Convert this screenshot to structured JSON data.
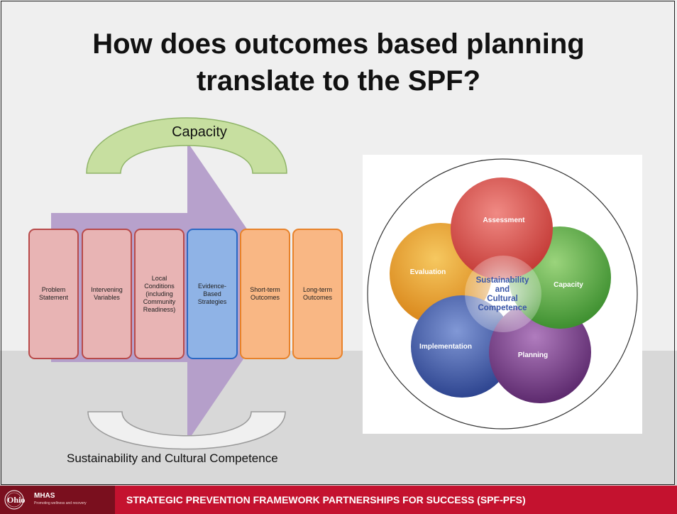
{
  "slide": {
    "title_lines": [
      "How does outcomes based planning",
      "translate to the SPF?"
    ]
  },
  "left_diagram": {
    "capacity_label": "Capacity",
    "sustainability_label": "Sustainability and Cultural Competence",
    "blocks": [
      {
        "label": "Problem Statement",
        "color": "red"
      },
      {
        "label": "Intervening Variables",
        "color": "red"
      },
      {
        "label": "Local Conditions (including Community Readiness)",
        "color": "red"
      },
      {
        "label": "Evidence-Based Strategies",
        "color": "blue"
      },
      {
        "label": "Short-term Outcomes",
        "color": "orange"
      },
      {
        "label": "Long-term Outcomes",
        "color": "orange"
      }
    ],
    "colors": {
      "arrow": "#b39cc9",
      "capacity_arc": "#c7dfa0",
      "sustainability_arc": "#f0f0f0",
      "red_fill": "#e8b4b4",
      "blue_fill": "#8fb3e6",
      "orange_fill": "#f9b784"
    }
  },
  "spf_wheel": {
    "steps": [
      {
        "label": "Assessment",
        "color": "#d9534f"
      },
      {
        "label": "Capacity",
        "color": "#5aae3e"
      },
      {
        "label": "Planning",
        "color": "#7d3c8c"
      },
      {
        "label": "Implementation",
        "color": "#4560a8"
      },
      {
        "label": "Evaluation",
        "color": "#e8a020"
      }
    ],
    "center_lines": [
      "Sustainability",
      "and",
      "Cultural",
      "Competence"
    ],
    "center_color": "#3a56a8"
  },
  "footer": {
    "text": "STRATEGIC PREVENTION FRAMEWORK PARTNERSHIPS FOR SUCCESS (SPF-PFS)",
    "logo_ohio": "Ohio",
    "logo_mhas": "MHAS",
    "logo_tagline": "Promoting wellness and recovery",
    "bar_color": "#c4122f"
  }
}
